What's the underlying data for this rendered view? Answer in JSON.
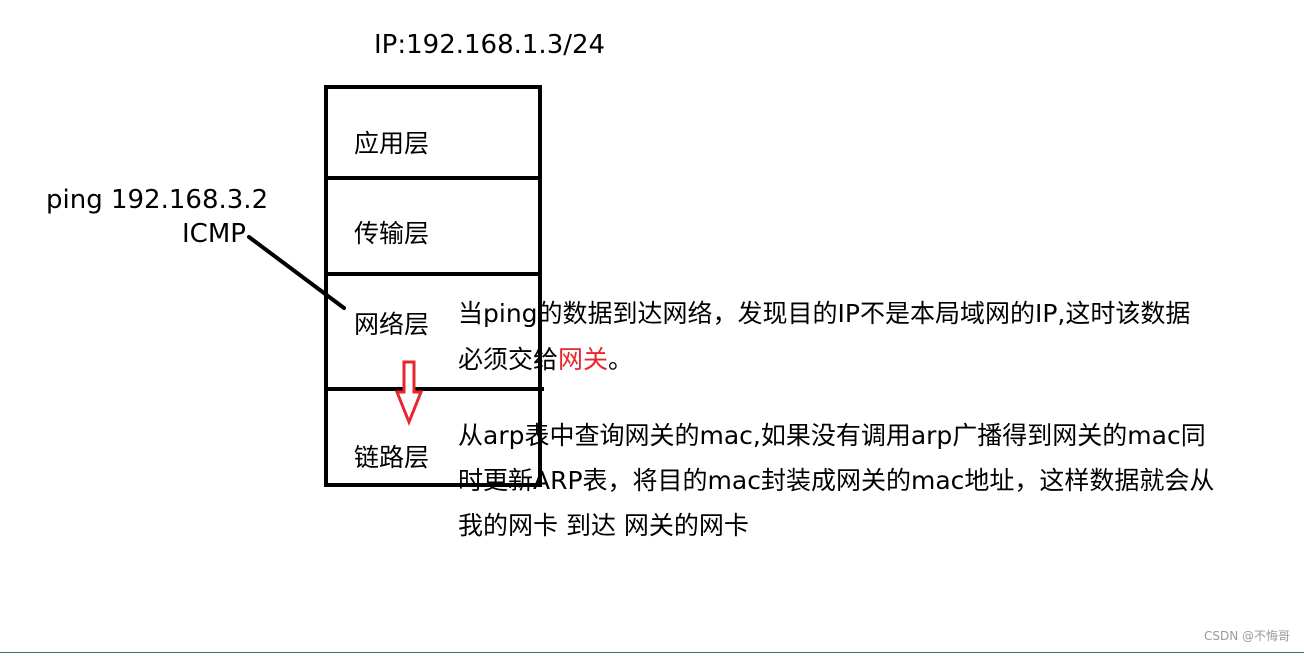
{
  "ip_address_label": "IP:192.168.1.3/24",
  "stack": {
    "layers": [
      {
        "label": "应用层"
      },
      {
        "label": "传输层"
      },
      {
        "label": "网络层"
      },
      {
        "label": "链路层"
      }
    ]
  },
  "ping": {
    "command": "ping 192.168.3.2",
    "protocol": "ICMP"
  },
  "network_note": {
    "line1": "当ping的数据到达网络，发现目的IP不是本局域网的IP,这时该数据",
    "line2_prefix": "必须交给",
    "line2_highlight": "网关",
    "line2_suffix": "。",
    "highlight_color": "#e8262d"
  },
  "link_note": {
    "line1": "从arp表中查询网关的mac,如果没有调用arp广播得到网关的mac同",
    "line2": "时更新ARP表，将目的mac封装成网关的mac地址，这样数据就会从",
    "line3": "我的网卡 到达 网关的网卡"
  },
  "watermark": "CSDN @不悔哥",
  "colors": {
    "stroke": "#000000",
    "arrow": "#e8262d"
  }
}
